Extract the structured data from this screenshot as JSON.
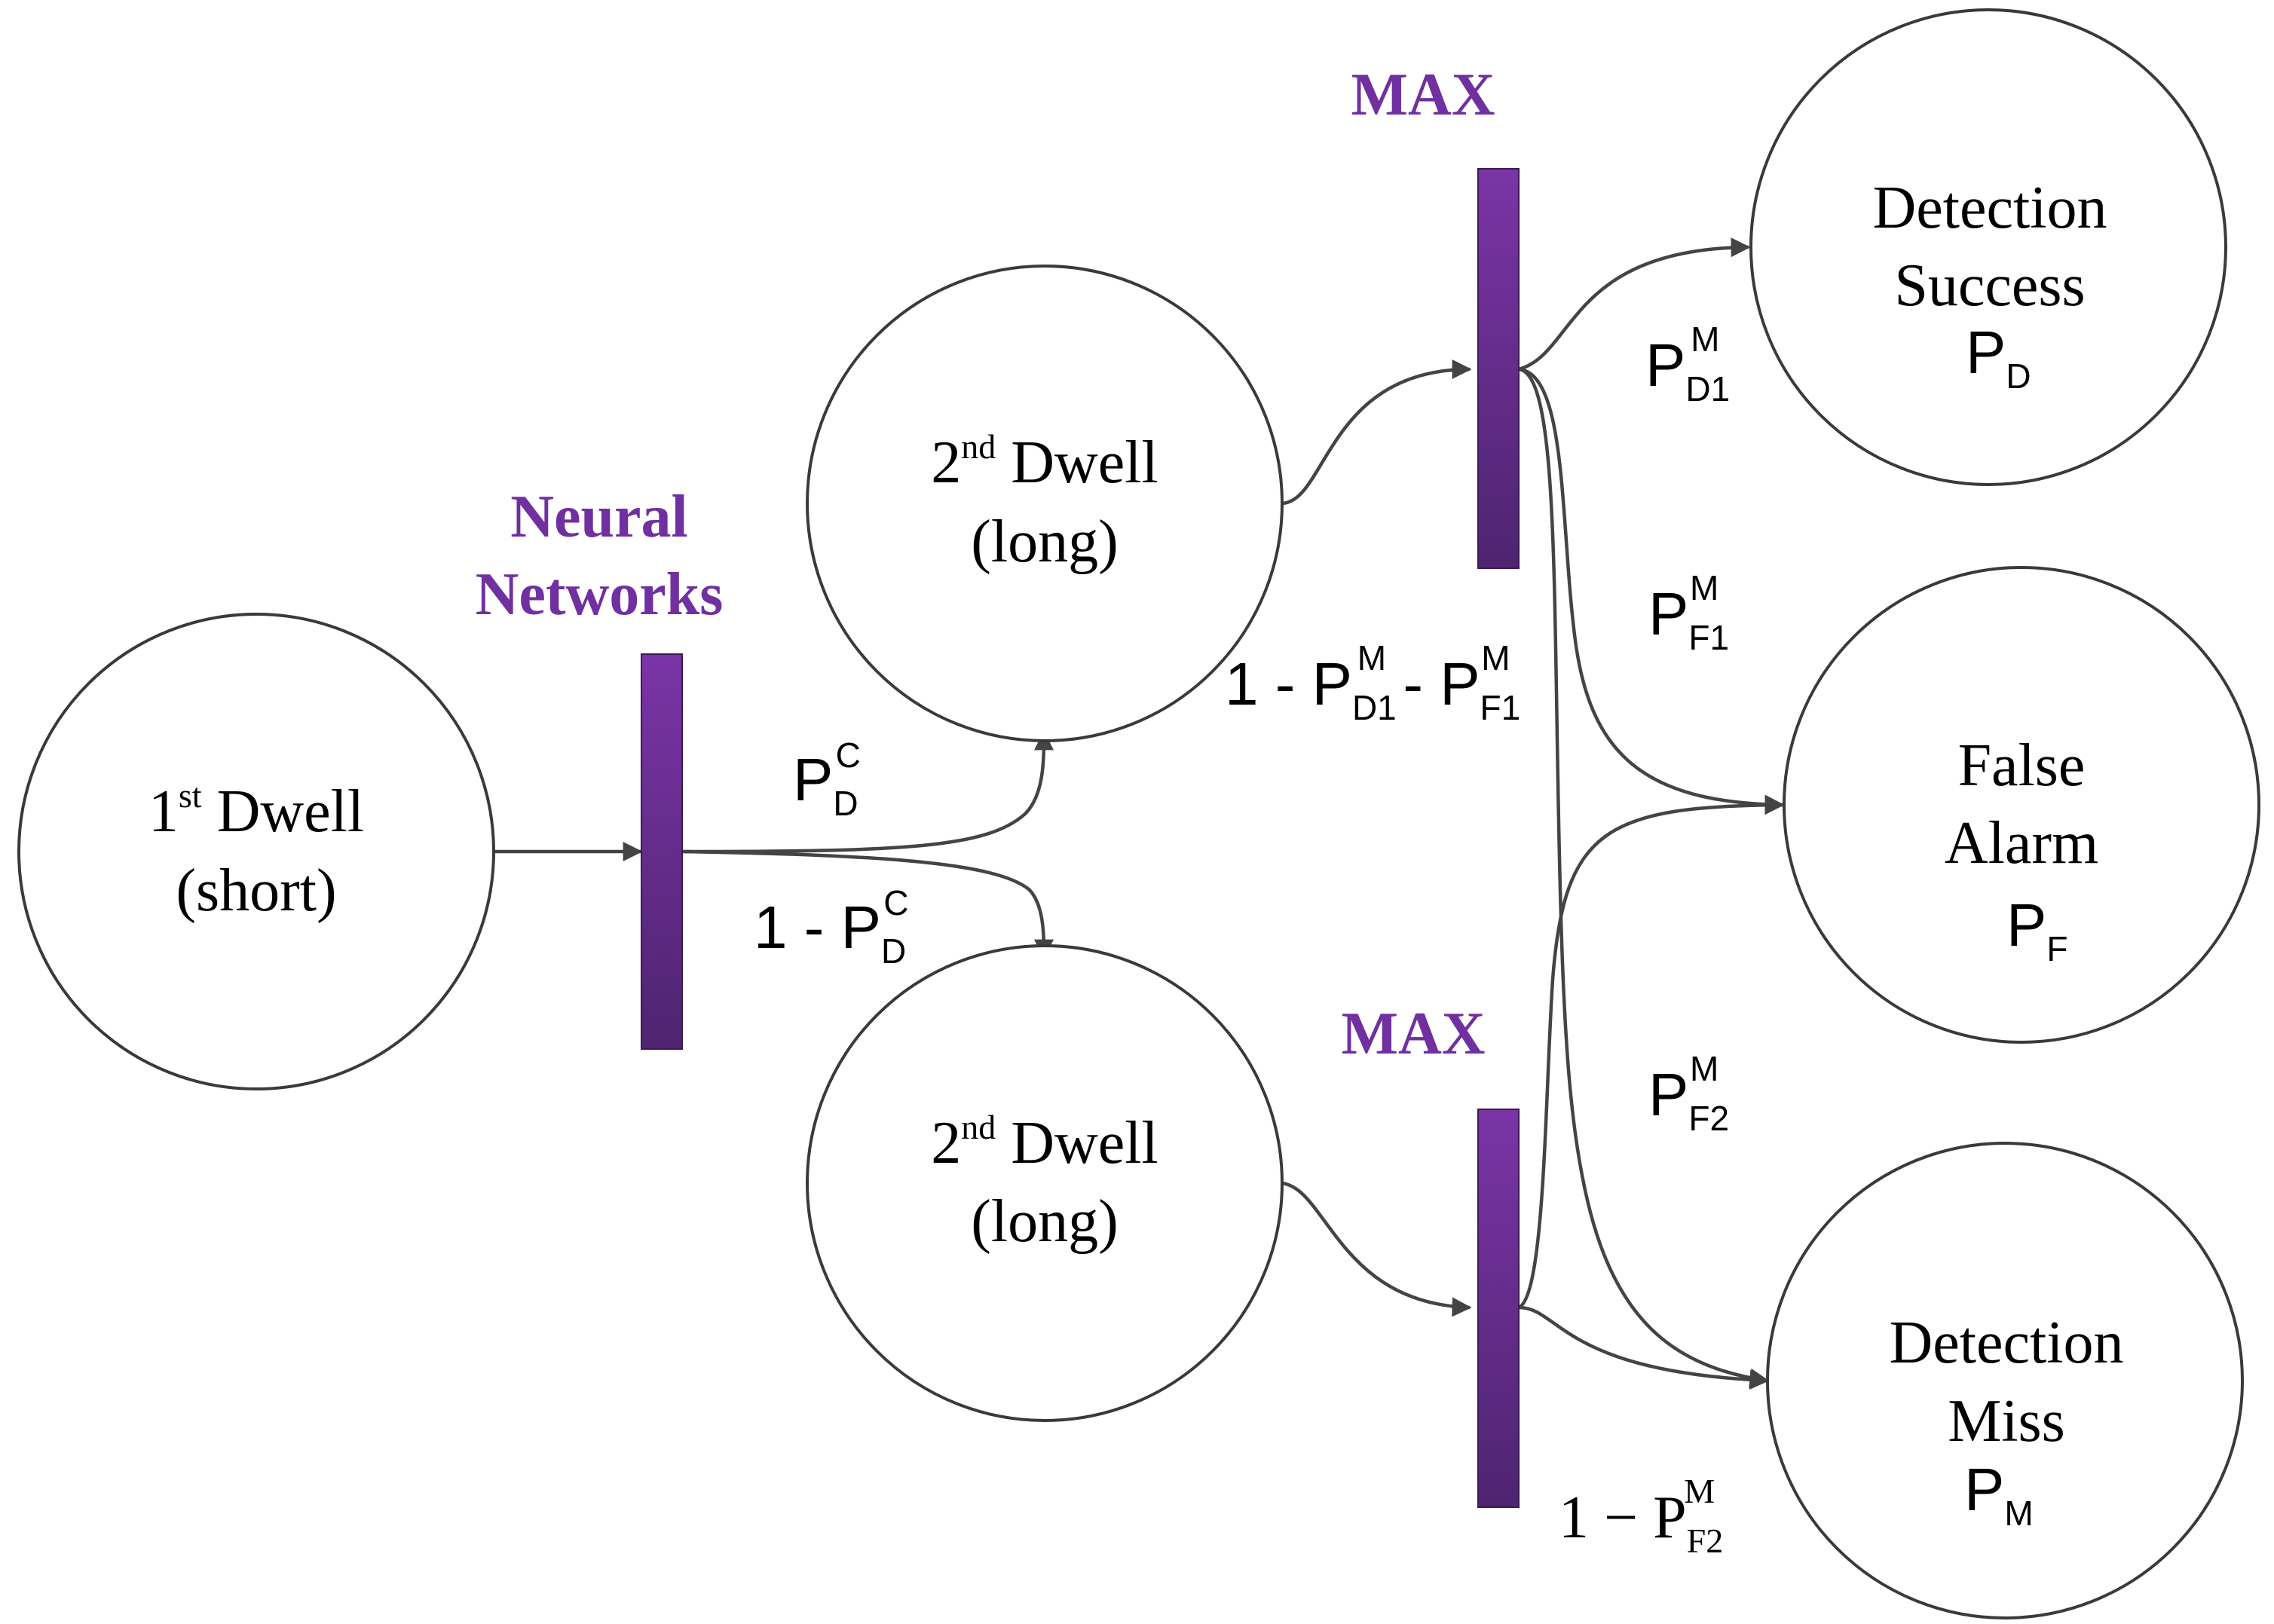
{
  "colors": {
    "gate_dark": "#4f2470",
    "gate_light": "#7a34a6",
    "label_purple": "#7030a0",
    "stroke": "#444444"
  },
  "gates": {
    "neural": {
      "line1": "Neural",
      "line2": "Networks"
    },
    "max_top": {
      "label": "MAX"
    },
    "max_bottom": {
      "label": "MAX"
    }
  },
  "nodes": {
    "first_dwell": {
      "num": "1",
      "sup": "st",
      "word": " Dwell",
      "line2": "(short)"
    },
    "second_dwell_top": {
      "num": "2",
      "sup": "nd",
      "word": " Dwell",
      "line2": "(long)"
    },
    "second_dwell_bottom": {
      "num": "2",
      "sup": "nd",
      "word": " Dwell",
      "line2": "(long)"
    },
    "detection_success": {
      "line1": "Detection",
      "line2": "Success",
      "sym": "P",
      "sub": "D"
    },
    "false_alarm": {
      "line1": "False",
      "line2": "Alarm",
      "sym": "P",
      "sub": "F"
    },
    "detection_miss": {
      "line1": "Detection",
      "line2": "Miss",
      "sym": "P",
      "sub": "M"
    }
  },
  "edge_labels": {
    "pdc": {
      "sym": "P",
      "sub": "D",
      "sup": "C"
    },
    "one_minus_pdc": {
      "prefix": "1 - ",
      "sym": "P",
      "sub": "D",
      "sup": "C"
    },
    "pd1m": {
      "sym": "P",
      "sub": "D1",
      "sup": "M"
    },
    "pf1m": {
      "sym": "P",
      "sub": "F1",
      "sup": "M"
    },
    "one_minus_pd1_pf1": {
      "prefix": "1 - ",
      "sym1": "P",
      "sub1": "D1",
      "sup1": "M",
      "mid": " - ",
      "sym2": "P",
      "sub2": "F1",
      "sup2": "M"
    },
    "pf2m": {
      "sym": "P",
      "sub": "F2",
      "sup": "M"
    },
    "one_minus_pf2m": {
      "prefix": "1 − ",
      "sym": "P",
      "sub": "F2",
      "sup": "M"
    }
  }
}
